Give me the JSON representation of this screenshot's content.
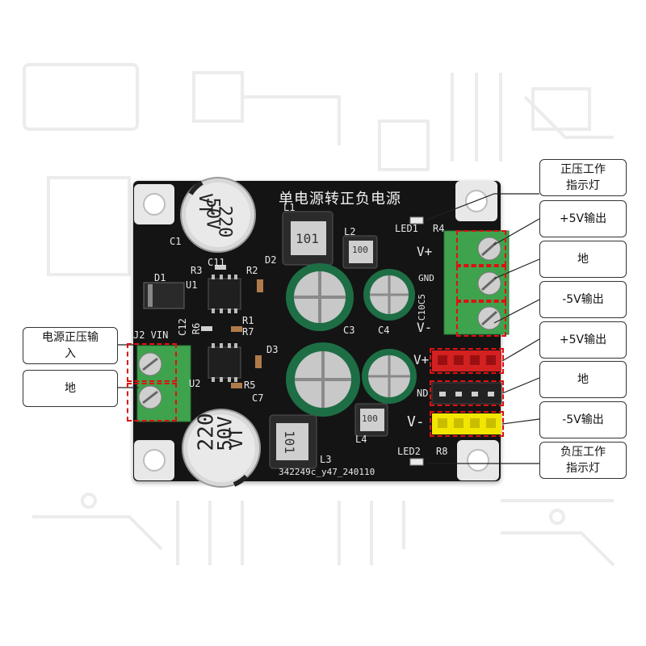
{
  "board": {
    "title": "单电源转正负电源",
    "serial": "342249c_y47_240110",
    "labels": {
      "c1": "C1",
      "d1": "D1",
      "d2": "D2",
      "d3": "D3",
      "l1": "L1",
      "l2": "L2",
      "l3": "L3",
      "l4": "L4",
      "u1": "U1",
      "u2": "U2",
      "r1": "R1",
      "r2": "R2",
      "r3": "R3",
      "r4": "R4",
      "r5": "R5",
      "r6": "R6",
      "r7": "R7",
      "r8": "R8",
      "c3": "C3",
      "c4": "C4",
      "c7": "C7",
      "c11": "C11",
      "c12": "C12",
      "c10c5": "C10C5",
      "led1": "LED1",
      "led2": "LED2",
      "vin": "J2 VIN",
      "vplus": "V+",
      "gnd": "GND",
      "vminus": "V-",
      "vplus2": "V+",
      "gnd2": "ND",
      "vminus2": "V-"
    },
    "cap_top": {
      "line1": "220",
      "line2": "50V",
      "line3": "VT"
    },
    "cap_bottom": {
      "line1": "220",
      "line2": "50V",
      "line3": "VT"
    },
    "inductor_101": "101",
    "inductor_100": "100"
  },
  "callouts": {
    "pos_led": "正压工作\n指示灯",
    "plus5_a": "+5V输出",
    "gnd_a": "地",
    "minus5_a": "-5V输出",
    "plus5_b": "+5V输出",
    "gnd_b": "地",
    "minus5_b": "-5V输出",
    "neg_led": "负压工作\n指示灯",
    "input": "电源正压输\n入",
    "gnd_in": "地"
  },
  "colors": {
    "pcb": "#141414",
    "terminal": "#3fa34d",
    "dash": "#e01010",
    "pin_red": "#d32020",
    "pin_black": "#222222",
    "pin_yellow": "#f2e600",
    "cap_green": "#1d6e45"
  }
}
